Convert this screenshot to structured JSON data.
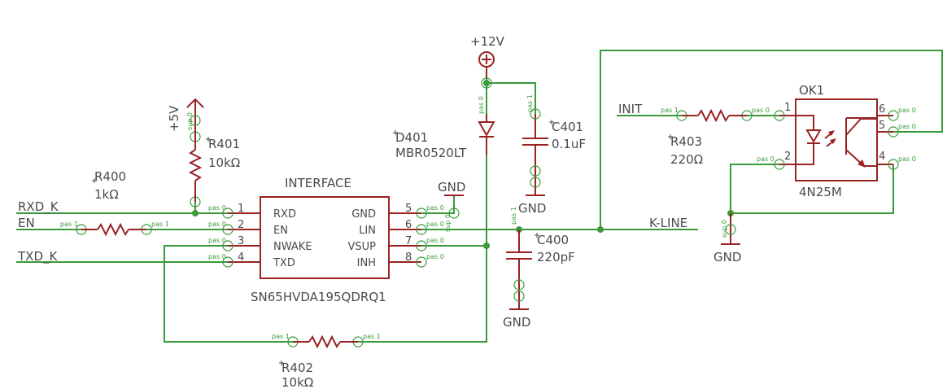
{
  "ic": {
    "title": "INTERFACE",
    "part": "SN65HVDA195QDRQ1",
    "left_pins": [
      {
        "num": "1",
        "name": "RXD"
      },
      {
        "num": "2",
        "name": "EN"
      },
      {
        "num": "3",
        "name": "NWAKE"
      },
      {
        "num": "4",
        "name": "TXD"
      }
    ],
    "right_pins": [
      {
        "num": "5",
        "name": "GND"
      },
      {
        "num": "6",
        "name": "LIN"
      },
      {
        "num": "7",
        "name": "VSUP"
      },
      {
        "num": "8",
        "name": "INH"
      }
    ]
  },
  "components": {
    "R400": {
      "ref": "R400",
      "value": "1kΩ"
    },
    "R401": {
      "ref": "R401",
      "value": "10kΩ"
    },
    "R402": {
      "ref": "R402",
      "value": "10kΩ"
    },
    "R403": {
      "ref": "R403",
      "value": "220Ω"
    },
    "C400": {
      "ref": "C400",
      "value": "220pF"
    },
    "C401": {
      "ref": "C401",
      "value": "0.1uF"
    },
    "D401": {
      "ref": "D401",
      "value": "MBR0520LT"
    },
    "OK1": {
      "ref": "OK1",
      "value": "4N25M",
      "pins": [
        "1",
        "2",
        "4",
        "5",
        "6"
      ]
    }
  },
  "nets": {
    "rxd": "RXD_K",
    "en": "EN",
    "txd": "TXD_K",
    "init": "INIT",
    "kline": "K-LINE",
    "v5": "+5V",
    "v12": "+12V",
    "gnd": "GND"
  },
  "pin_tags": {
    "pas0": "pas 0",
    "pas1": "pas 1",
    "sup0": "sup 0"
  }
}
